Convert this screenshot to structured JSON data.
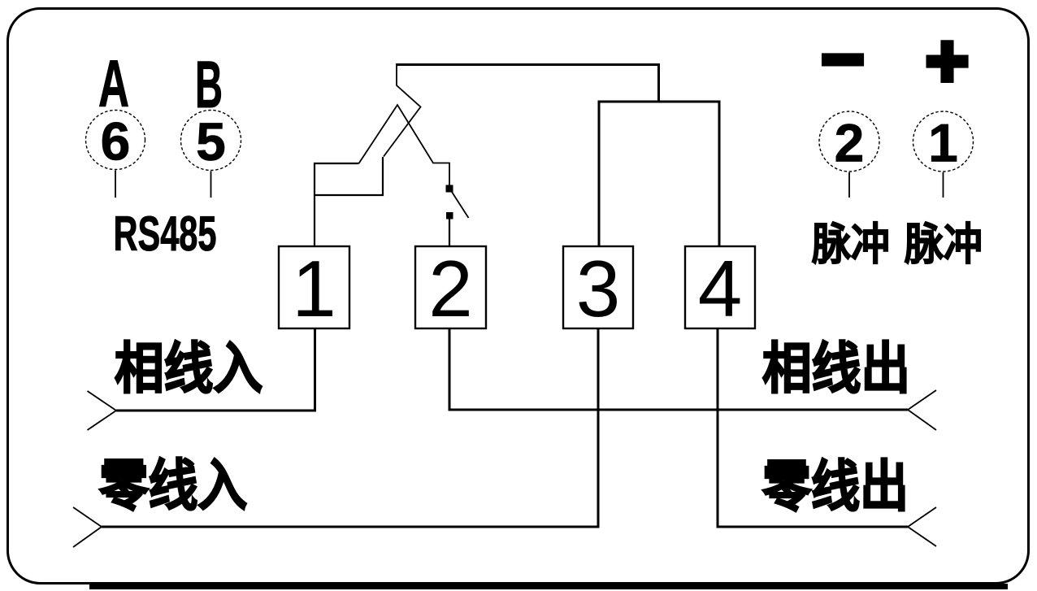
{
  "rs485": {
    "label": "RS485",
    "terminals": [
      {
        "signal": "A",
        "pin": "6"
      },
      {
        "signal": "B",
        "pin": "5"
      }
    ]
  },
  "pulse": {
    "terminals": [
      {
        "polarity": "−",
        "pin": "2",
        "label": "脉冲"
      },
      {
        "polarity": "+",
        "pin": "1",
        "label": "脉冲"
      }
    ]
  },
  "terminal_block": {
    "pins": [
      "1",
      "2",
      "3",
      "4"
    ]
  },
  "wires": {
    "phase_in": "相线入",
    "neutral_in": "零线入",
    "phase_out": "相线出",
    "neutral_out": "零线出"
  },
  "icons": {
    "switch": "switch-contact-icon",
    "wire_break": "wire-break-icon",
    "minus": "minus-icon",
    "plus": "plus-icon"
  },
  "colors": {
    "line": "#000000",
    "background": "#ffffff"
  }
}
